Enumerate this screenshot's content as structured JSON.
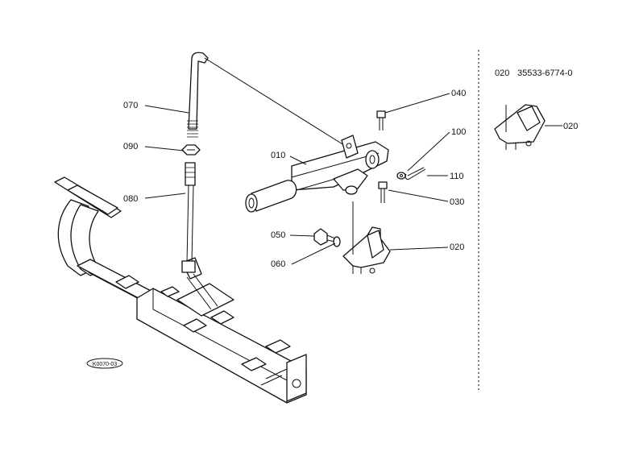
{
  "callouts": {
    "c010": "010",
    "c020": "020",
    "c030": "030",
    "c040": "040",
    "c050": "050",
    "c060": "060",
    "c070": "070",
    "c080": "080",
    "c090": "090",
    "c100": "100",
    "c110": "110"
  },
  "side_panel": {
    "ref_code": "020",
    "part_number": "35533-6774-0",
    "callout": "020"
  },
  "figure_code": "K0070-03"
}
